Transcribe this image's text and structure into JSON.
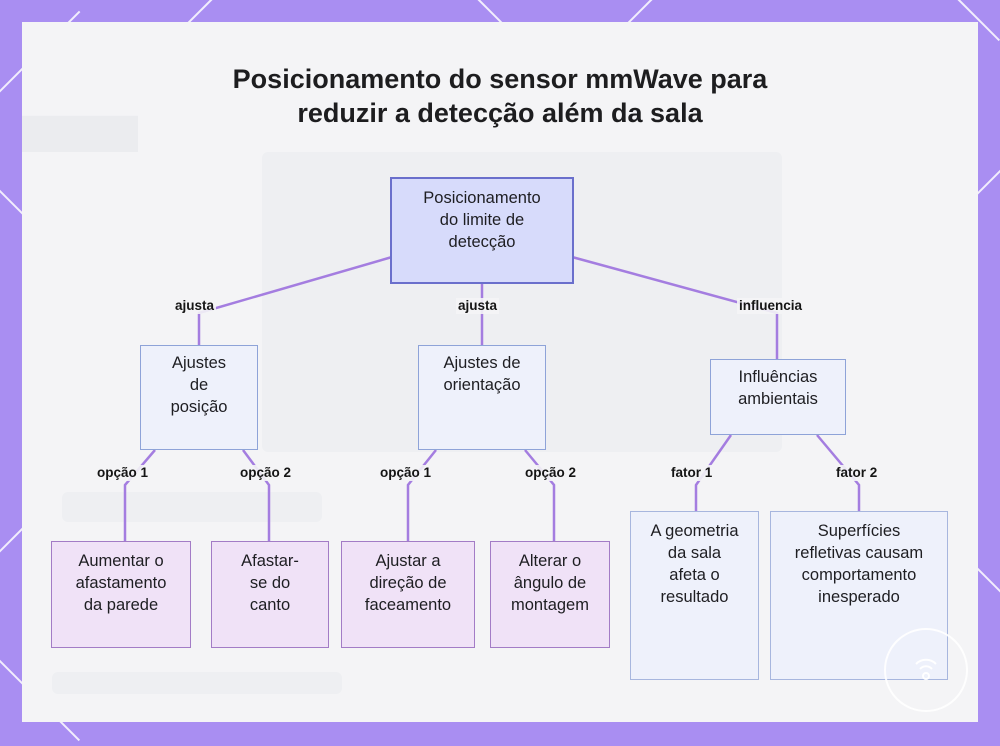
{
  "title": "Posicionamento do sensor mmWave para reduzir a detecção além da sala",
  "nodes": {
    "root": "Posicionamento do limite de detecção",
    "pos": "Ajustes de posição",
    "ori": "Ajustes de orientação",
    "env": "Influências ambientais",
    "l1": "Aumentar o afastamento da parede",
    "l2": "Afastar-se do canto",
    "l3": "Ajustar a direção de faceamento",
    "l4": "Alterar o ângulo de montagem",
    "l5": "A geometria da sala afeta o resultado",
    "l6": "Superfícies refletivas causam comportamento inesperado"
  },
  "edges": {
    "root_pos": "ajusta",
    "root_ori": "ajusta",
    "root_env": "influencia",
    "pos_l1": "opção 1",
    "pos_l2": "opção 2",
    "ori_l3": "opção 1",
    "ori_l4": "opção 2",
    "env_l5": "fator 1",
    "env_l6": "fator 2"
  },
  "colors": {
    "frame": "#a98ef2",
    "edge": "#a47de0",
    "root_fill": "#d7dbfb",
    "leaf_purple": "#f0e2f7",
    "leaf_blue": "#eef1fb"
  }
}
